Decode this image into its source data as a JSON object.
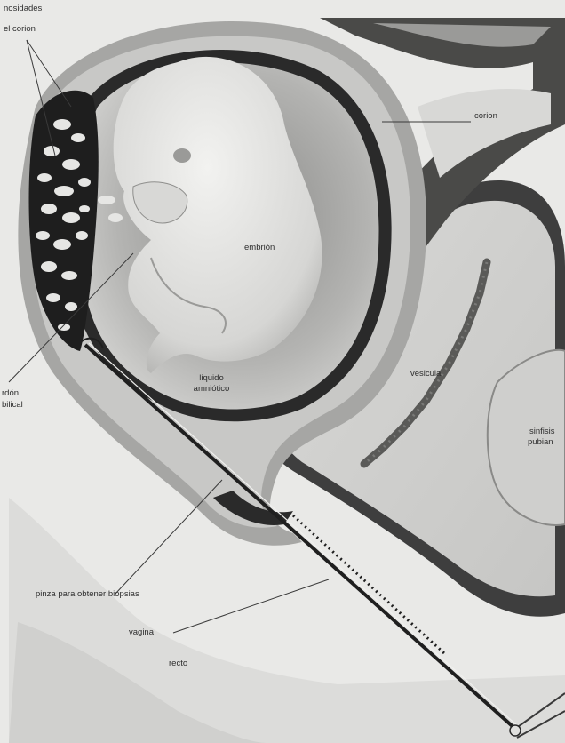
{
  "labels": {
    "vellosidades_line1": "nosidades",
    "vellosidades_line2": "el corion",
    "corion": "corion",
    "embrion": "embrión",
    "liquido_line1": "liquido",
    "liquido_line2": "amniótico",
    "cordon_line1": "rdón",
    "cordon_line2": "bilical",
    "vesicula": "vesicula",
    "sinfisis_line1": "sinfisis",
    "sinfisis_line2": "pubian",
    "pinza": "pinza para obtener biopsias",
    "vagina": "vagina",
    "recto": "recto"
  },
  "colors": {
    "background": "#e9e9e7",
    "tissue_dark": "#3a3a3a",
    "tissue_mid": "#9a9a98",
    "tissue_light": "#d4d4d2",
    "cavity": "#b8b8b6",
    "embryo": "#e2e2e0",
    "instrument": "#222222"
  }
}
